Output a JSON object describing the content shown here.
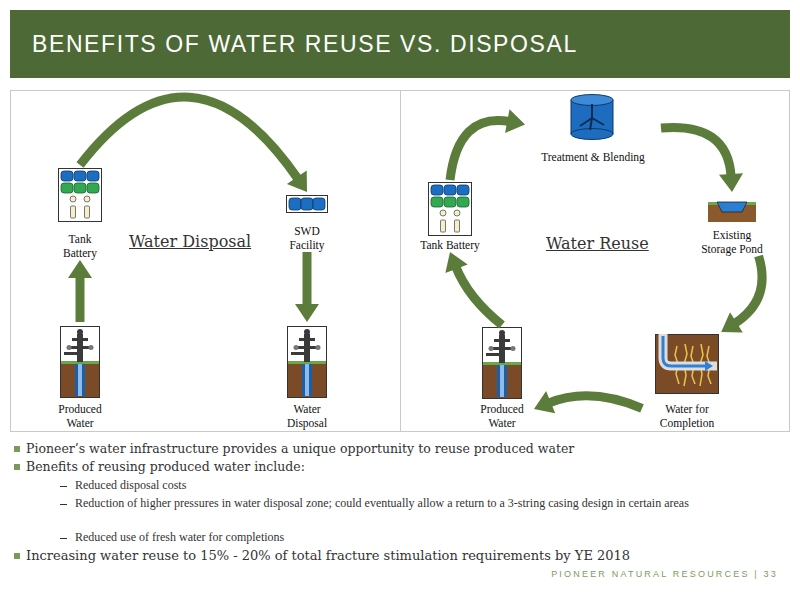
{
  "diagram": {
    "title": "BENEFITS OF WATER REUSE VS. DISPOSAL",
    "nodes": [
      {
        "text": [
          "Water Disposal"
        ]
      },
      {
        "text": [
          "Tank Battery"
        ],
        "in": 0
      },
      {
        "text": [
          "SWD Facility"
        ],
        "in": 0
      },
      {
        "text": [
          "Produced Water"
        ],
        "in": 0
      },
      {
        "text": [
          "Water Disposal"
        ],
        "in": 0
      },
      {
        "text": [
          "Water Reuse"
        ]
      },
      {
        "text": [
          "Treatment & Blending"
        ],
        "in": 5
      },
      {
        "text": [
          "Tank Battery"
        ],
        "in": 5
      },
      {
        "text": [
          "Existing Storage Pond"
        ],
        "in": 5
      },
      {
        "text": [
          "Produced Water"
        ],
        "in": 5
      },
      {
        "text": [
          "Water for Completion"
        ],
        "in": 5
      }
    ],
    "edges": [
      {
        "from": 3,
        "to": 1,
        "arrow": "to"
      },
      {
        "from": 1,
        "to": 2,
        "arrow": "to"
      },
      {
        "from": 2,
        "to": 4,
        "arrow": "to"
      },
      {
        "from": 7,
        "to": 6,
        "arrow": "to"
      },
      {
        "from": 6,
        "to": 8,
        "arrow": "to"
      },
      {
        "from": 8,
        "to": 10,
        "arrow": "to"
      },
      {
        "from": 10,
        "to": 9,
        "arrow": "to"
      },
      {
        "from": 9,
        "to": 7,
        "arrow": "to"
      }
    ],
    "labels": [
      "Pioneer’s water infrastructure provides a unique opportunity to reuse produced water",
      "Benefits of reusing produced water include:",
      "Reduced disposal costs",
      "Reduction of higher pressures in water disposal zone; could eventually allow a return to a 3-string casing design in certain areas",
      "Reduced use of fresh water for completions",
      "Increasing water reuse to 15% - 20% of total fracture stimulation requirements by YE 2018",
      "PIONEER NATURAL RESOURCES | 33"
    ]
  }
}
